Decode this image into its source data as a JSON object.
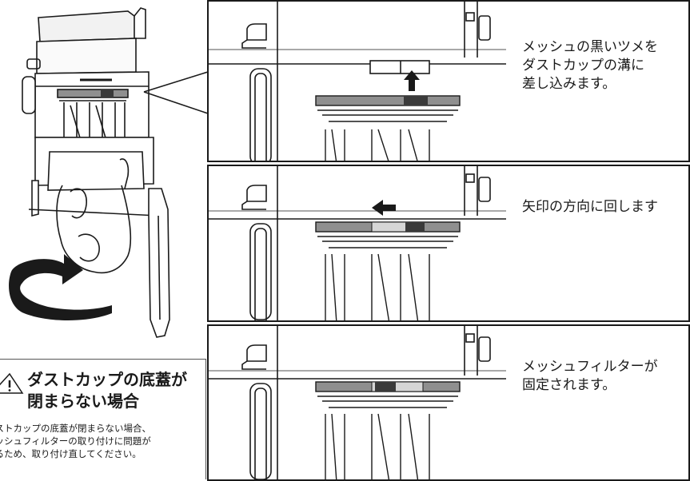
{
  "steps": [
    {
      "text": "メッシュの黒いツメを\nダストカップの溝に\n差し込みます。"
    },
    {
      "text": "矢印の方向に回します"
    },
    {
      "text": "メッシュフィルターが\n固定されます。"
    }
  ],
  "warning": {
    "icon": "warning-triangle-icon",
    "title": "ダストカップの底蓋が\n閉まらない場合",
    "body": "ダストカップの底蓋が閉まらない場合、\nメッシュフィルターの取り付けに問題が\nあるため、取り付け直してください。"
  },
  "colors": {
    "line": "#1a1a1a",
    "ring_fill": "#8f8f8f",
    "light_fill": "#d6d6d6",
    "tab_fill": "#3a3a3a",
    "arrow_fill": "#1a1a1a"
  }
}
